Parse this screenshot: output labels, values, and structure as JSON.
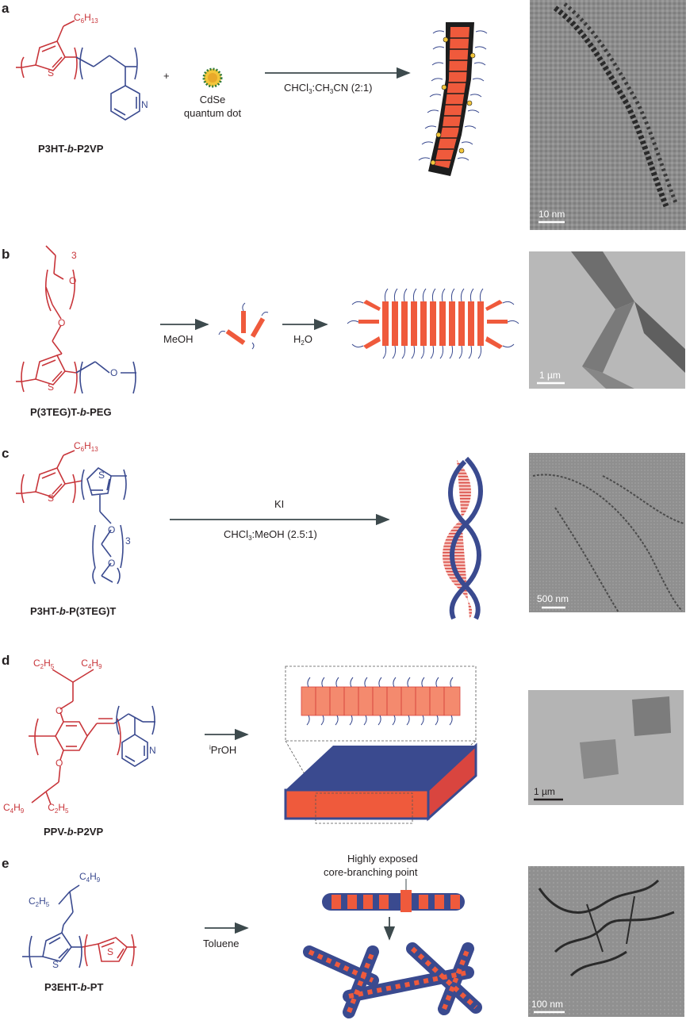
{
  "colors": {
    "red": "#c8353a",
    "blue": "#3a4a8f",
    "orange": "#ef5a3c",
    "arrow": "#3d4a4d",
    "text": "#231f20"
  },
  "panels": [
    {
      "letter": "a",
      "name_parts": [
        "P3HT-",
        "b",
        "-P2VP"
      ],
      "plus": "+",
      "qd_label": [
        "CdSe",
        "quantum dot"
      ],
      "condition": [
        "CHCl",
        "3",
        ":CH",
        "3",
        "CN (2:1)"
      ],
      "scale": "10 nm",
      "substituent": [
        "C",
        "6",
        "H",
        "13"
      ]
    },
    {
      "letter": "b",
      "name_parts": [
        "P(3TEG)T-",
        "b",
        "-PEG"
      ],
      "cond1": "MeOH",
      "cond2": [
        "H",
        "2",
        "O"
      ],
      "scale": "1 µm"
    },
    {
      "letter": "c",
      "name_parts": [
        "P3HT-",
        "b",
        "-P(3TEG)T"
      ],
      "cond_top": "KI",
      "cond_bottom": [
        "CHCl",
        "3",
        ":MeOH (2.5:1)"
      ],
      "scale": "500 nm",
      "substituent": [
        "C",
        "6",
        "H",
        "13"
      ]
    },
    {
      "letter": "d",
      "name_parts": [
        "PPV-",
        "b",
        "-P2VP"
      ],
      "condition": [
        "i",
        "PrOH"
      ],
      "scale": "1 µm",
      "sub_top": [
        "C",
        "2",
        "H",
        "5",
        "C",
        "4",
        "H",
        "9"
      ],
      "sub_bottom": [
        "C",
        "4",
        "H",
        "9",
        "C",
        "2",
        "H",
        "5"
      ]
    },
    {
      "letter": "e",
      "name_parts": [
        "P3EHT-",
        "b",
        "-PT"
      ],
      "condition": "Toluene",
      "annotation": [
        "Highly exposed",
        "core-branching point"
      ],
      "scale": "100 nm",
      "substituent": [
        "C",
        "2",
        "H",
        "5",
        "C",
        "4",
        "H",
        "9"
      ]
    }
  ],
  "atoms": {
    "S": "S",
    "N": "N",
    "O": "O",
    "n3": "3"
  }
}
